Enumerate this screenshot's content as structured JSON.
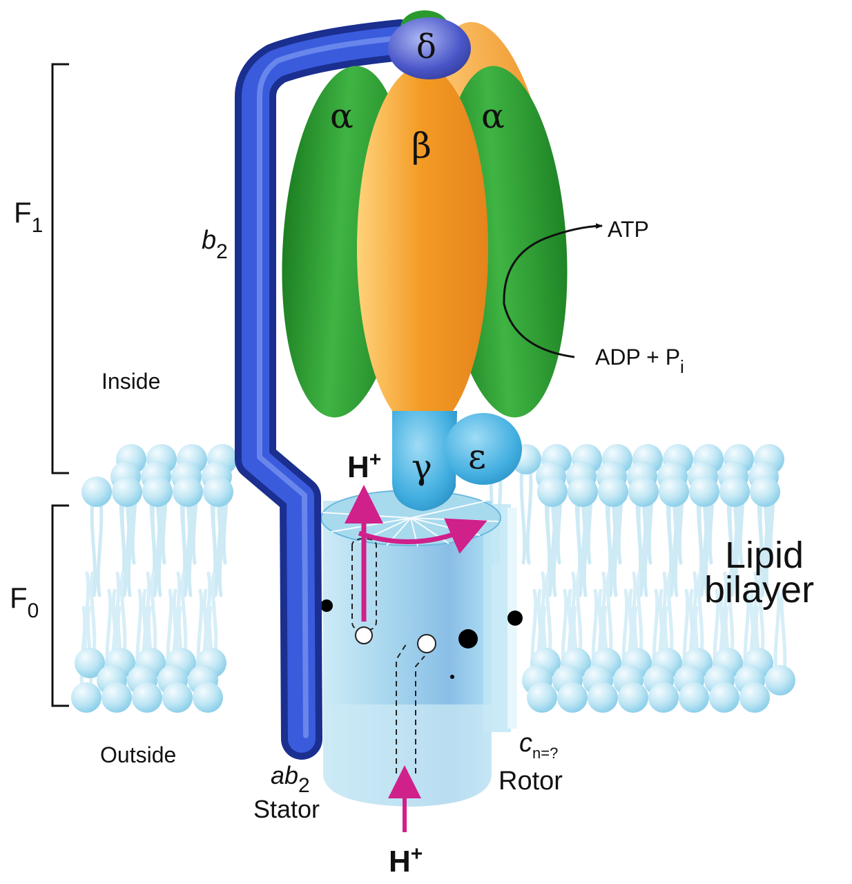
{
  "title": "",
  "colors": {
    "alpha": "#2a9a2e",
    "beta": "#f3a02a",
    "delta": "#4a56c8",
    "gamma_epsilon": "#41aee0",
    "b2_stalk": "#2c4cc8",
    "lipid_head": "#bfe6f4",
    "lipid_tail": "#d9f0f8",
    "rotor": "#a9dbef",
    "proton_arrow": "#d0208a"
  },
  "sections": {
    "f1_label": "F",
    "f1_sub": "1",
    "f0_label": "F",
    "f0_sub": "0"
  },
  "regions": {
    "inside": "Inside",
    "outside": "Outside",
    "bilayer_line1": "Lipid",
    "bilayer_line2": "bilayer"
  },
  "subunits": {
    "alpha_left": "α",
    "alpha_right": "α",
    "beta": "β",
    "delta": "δ",
    "gamma": "γ",
    "epsilon": "ε",
    "b2_label": "b",
    "b2_sub": "2"
  },
  "reaction": {
    "product": "ATP",
    "substrate": "ADP + P",
    "substrate_sub": "i"
  },
  "protons": {
    "top": "H",
    "top_sup": "+",
    "bottom": "H",
    "bottom_sup": "+"
  },
  "stator": {
    "name_main": "ab",
    "name_sub": "2",
    "role": "Stator"
  },
  "rotor": {
    "name_main": "c",
    "name_sub": "n=?",
    "role": "Rotor"
  }
}
